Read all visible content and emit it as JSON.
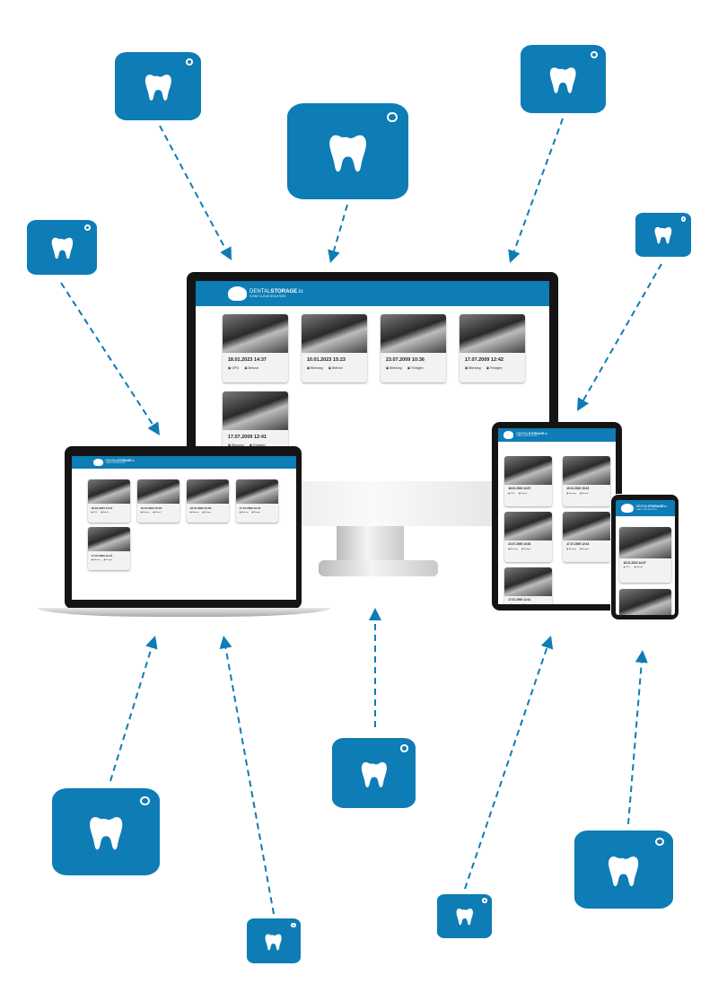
{
  "app": {
    "brand_light": "DENTAL",
    "brand_bold": "STORAGE",
    "brand_suffix": ".io",
    "tagline": "X-RAY CLOUD SOLUTION"
  },
  "colors": {
    "accent": "#0e7cb5",
    "bezel": "#141414"
  },
  "icons": {
    "floating": "tooth-camera-icon",
    "logo": "cloud-tooth-icon"
  },
  "cards": [
    {
      "date": "18.01.2023 14:37",
      "actions": [
        "OPG",
        "Befund"
      ],
      "xray": "panoramic"
    },
    {
      "date": "10.01.2023 15:23",
      "actions": [
        "Bitewing",
        "Befund"
      ],
      "xray": "bitewing"
    },
    {
      "date": "23.07.2009 10:36",
      "actions": [
        "Bitewing",
        "Röntgen"
      ],
      "xray": "bitewing"
    },
    {
      "date": "17.07.2009 12:42",
      "actions": [
        "Bitewing",
        "Röntgen"
      ],
      "xray": "periapical"
    },
    {
      "date": "17.07.2009 12:41",
      "actions": [
        "Bitewing",
        "Röntgen"
      ],
      "xray": "periapical"
    }
  ]
}
